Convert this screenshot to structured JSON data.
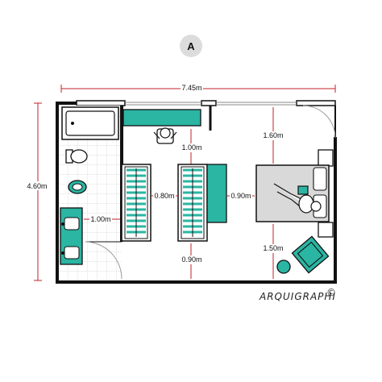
{
  "plan": {
    "badge": "A",
    "brand": "ARQUIGRAPHI",
    "brand_mark": "©",
    "dimensions": {
      "total_width": "7.45m",
      "total_height": "4.60m",
      "bath_passage": "1.00m",
      "closet_top_gap": "1.00m",
      "between_closets": "0.80m",
      "closet_to_bed": "0.90m",
      "closet_bottom_gap": "0.90m",
      "bed_top_gap": "1.60m",
      "bed_bottom_gap": "1.50m"
    },
    "colors": {
      "accent": "#2bb5a3",
      "wall": "#111111",
      "dimension": "#c0202a",
      "bed": "#d9d9d9",
      "tile": "#e6e6e6"
    }
  }
}
